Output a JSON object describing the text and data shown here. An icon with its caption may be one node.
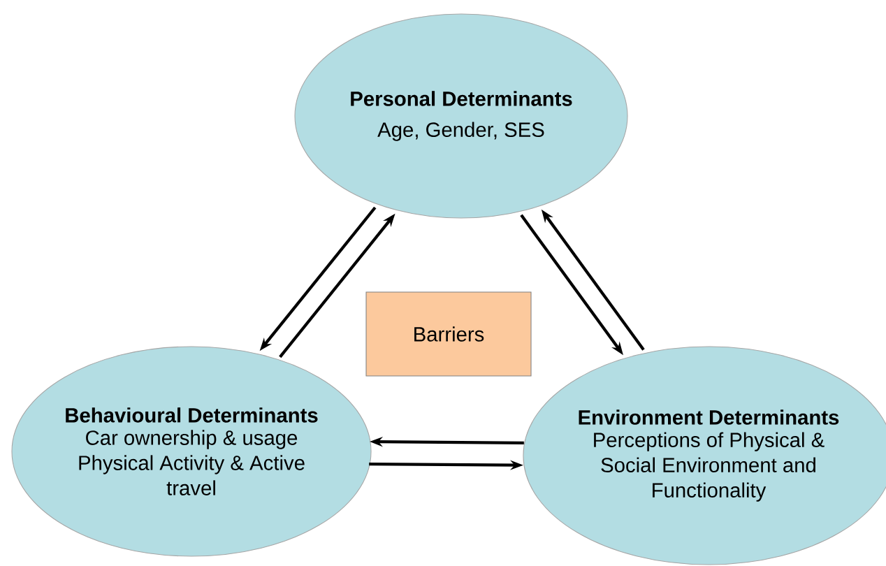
{
  "diagram": {
    "nodes": [
      {
        "text": [
          "Personal Determinants",
          "Age, Gender, SES"
        ]
      },
      {
        "text": [
          "Barriers"
        ]
      },
      {
        "text": [
          "Behavioural Determinants",
          "Car ownership & usage Physical Activity & Active travel"
        ]
      },
      {
        "text": [
          "Environment Determinants",
          "Perceptions of Physical & Social Environment and Functionality"
        ]
      }
    ],
    "edges": [
      {
        "from": 2,
        "to": 0,
        "arrow": "to"
      },
      {
        "from": 0,
        "to": 2,
        "arrow": "to"
      },
      {
        "from": 3,
        "to": 0,
        "arrow": "to"
      },
      {
        "from": 0,
        "to": 3,
        "arrow": "to"
      },
      {
        "from": 2,
        "to": 3,
        "arrow": "to"
      },
      {
        "from": 3,
        "to": 2,
        "arrow": "to"
      }
    ]
  }
}
